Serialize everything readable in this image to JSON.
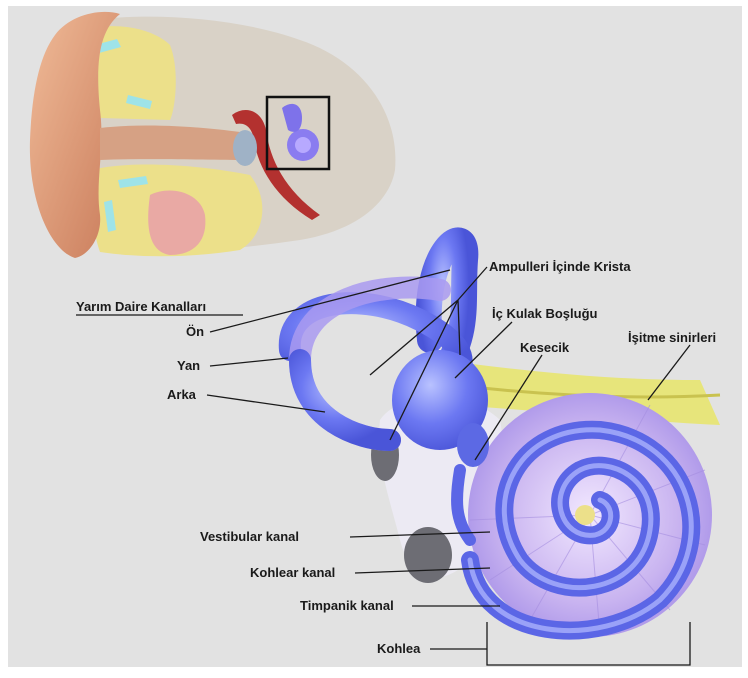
{
  "heading": "Yarım Daire Kanalları",
  "labels": {
    "on": "Ön",
    "yan": "Yan",
    "arka": "Arka",
    "ampulleri": "Ampulleri İçinde Krista",
    "ic_kulak": "İç Kulak Boşluğu",
    "kesecik": "Kesecik",
    "isitme": "İşitme sinirleri",
    "vestibular": "Vestibular kanal",
    "kohlear": "Kohlear kanal",
    "timpanik": "Timpanik kanal",
    "kohlea": "Kohlea"
  },
  "colors": {
    "background": "#e2e2e2",
    "canal_blue": "#6f7cf4",
    "canal_purple": "#c7b4ee",
    "nerve_yellow": "#e7e57b",
    "skin": "#e7a47e",
    "bone_yellow": "#ece08a",
    "leader_line": "#1a1a1a"
  }
}
